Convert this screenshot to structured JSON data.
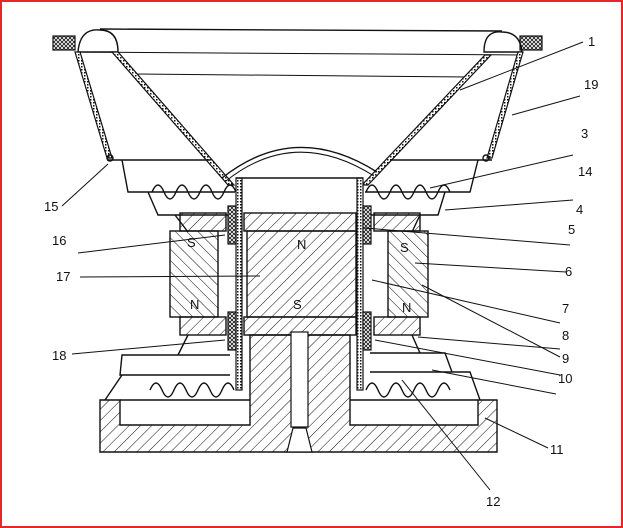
{
  "figure": {
    "callouts": [
      "1",
      "19",
      "3",
      "14",
      "4",
      "5",
      "16",
      "17",
      "6",
      "7",
      "8",
      "18",
      "9",
      "10",
      "11",
      "15",
      "12"
    ],
    "poles": {
      "upper_left": "S",
      "upper_center": "N",
      "upper_right": "S",
      "lower_left": "N",
      "lower_center": "S",
      "lower_right": "N"
    }
  },
  "colors": {
    "border": "#e8262a",
    "ink": "#111111"
  }
}
